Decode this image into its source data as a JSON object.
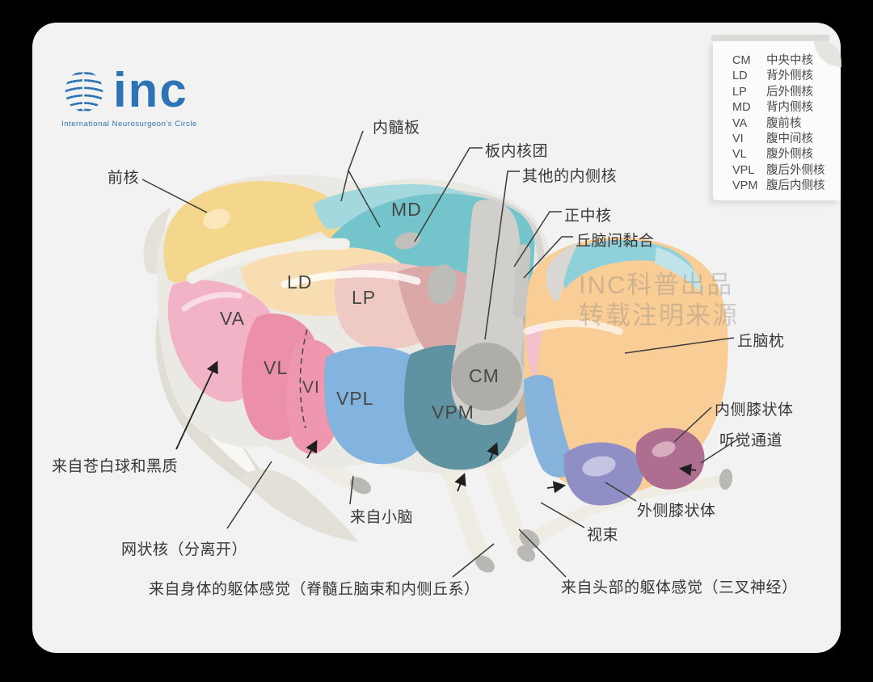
{
  "logo": {
    "text": "inc",
    "tagline": "International  Neurosurgeon's  Circle"
  },
  "legend": {
    "items": [
      {
        "abbr": "CM",
        "name": "中央中核"
      },
      {
        "abbr": "LD",
        "name": "背外侧核"
      },
      {
        "abbr": "LP",
        "name": "后外侧核"
      },
      {
        "abbr": "MD",
        "name": "背内侧核"
      },
      {
        "abbr": "VA",
        "name": "腹前核"
      },
      {
        "abbr": "VI",
        "name": "腹中间核"
      },
      {
        "abbr": "VL",
        "name": "腹外侧核"
      },
      {
        "abbr": "VPL",
        "name": "腹后外侧核"
      },
      {
        "abbr": "VPM",
        "name": "腹后内侧核"
      }
    ]
  },
  "watermark": {
    "line1": "INC科普出品",
    "line2": "转载注明来源"
  },
  "regions": {
    "md": "MD",
    "ld": "LD",
    "lp": "LP",
    "va": "VA",
    "vl": "VL",
    "vi": "VI",
    "vpl": "VPL",
    "vpm": "VPM",
    "cm": "CM"
  },
  "callouts": {
    "anterior_nucleus": "前核",
    "internal_medullary_lamina": "内髓板",
    "intralaminar_nuclei": "板内核团",
    "other_medial_nuclei": "其他的内侧核",
    "midline_nucleus": "正中核",
    "interthalamic_adhesion": "丘脑间黏合",
    "pulvinar": "丘脑枕",
    "medial_geniculate": "内侧膝状体",
    "auditory_pathway": "听觉通道",
    "lateral_geniculate": "外侧膝状体",
    "optic_tract": "视束",
    "from_pallidum_nigra": "来自苍白球和黑质",
    "from_cerebellum": "来自小脑",
    "reticular_nucleus": "网状核（分离开）",
    "somatic_body": "来自身体的躯体感觉（脊髓丘脑束和内侧丘系）",
    "somatic_head": "来自头部的躯体感觉（三叉神经）"
  },
  "colors": {
    "canvas_bg": "#F2F2F2",
    "brand_blue": "#2E74B5",
    "label_text": "#383838",
    "anterior": "#F5D68D",
    "md": "#74C5CB",
    "md_light": "#A3D8DE",
    "ld": "#F8DDB1",
    "lp": "#EFC9C4",
    "rose": "#D9A8A7",
    "va": "#F2B3C6",
    "vl": "#EC8FA9",
    "vi": "#EE97AF",
    "vpl": "#82B4DF",
    "vpm": "#5F93A2",
    "cm": "#AEADA9",
    "tan": "#C4AF95",
    "pulvinar": "#F8CD96",
    "pulvinar_top": "#8FD0DB",
    "mgb": "#AE6E8F",
    "lgb": "#8F8EC5"
  }
}
